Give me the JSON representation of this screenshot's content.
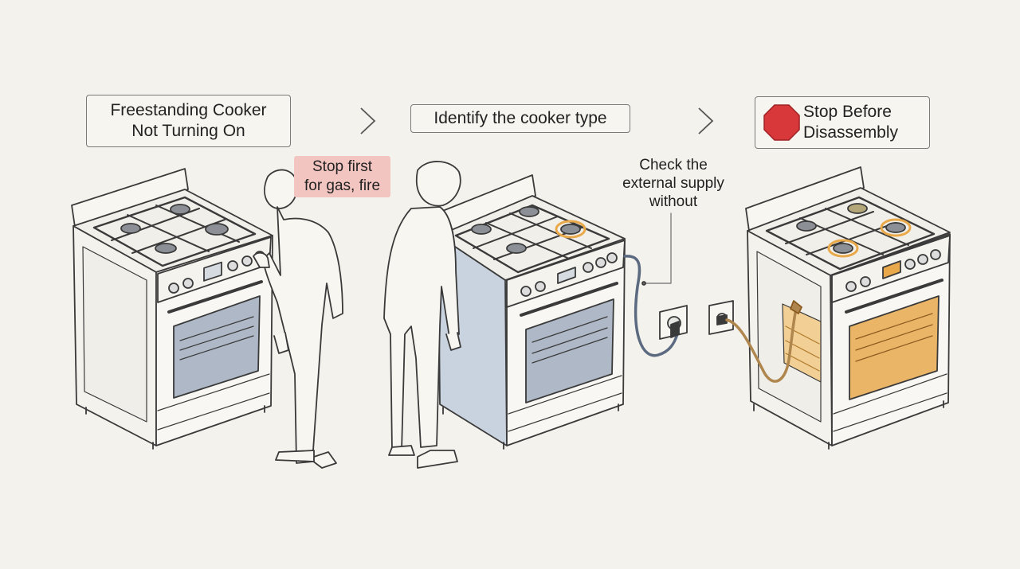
{
  "steps": [
    {
      "line1": "Freestanding Cooker",
      "line2": "Not Turning On"
    },
    {
      "label": "Identify the cooker type"
    },
    {
      "line1": "Stop Before",
      "line2": "Disassembly"
    }
  ],
  "warning": {
    "line1": "Stop first",
    "line2": "for gas, fire",
    "color": "#f3c5c1"
  },
  "callout": {
    "line1": "Check the",
    "line2": "external supply",
    "line3": "without"
  },
  "colors": {
    "background": "#f4f2ec",
    "stroke": "#3a3a3a",
    "stop_red": "#d9383a",
    "heat_orange": "#e9a94a",
    "cabinet_blue": "#c9d2df"
  },
  "icons": [
    "chevron-right-icon",
    "stop-sign-icon",
    "cooker-illustration",
    "person-illustration",
    "wall-socket-icon",
    "power-cable"
  ]
}
